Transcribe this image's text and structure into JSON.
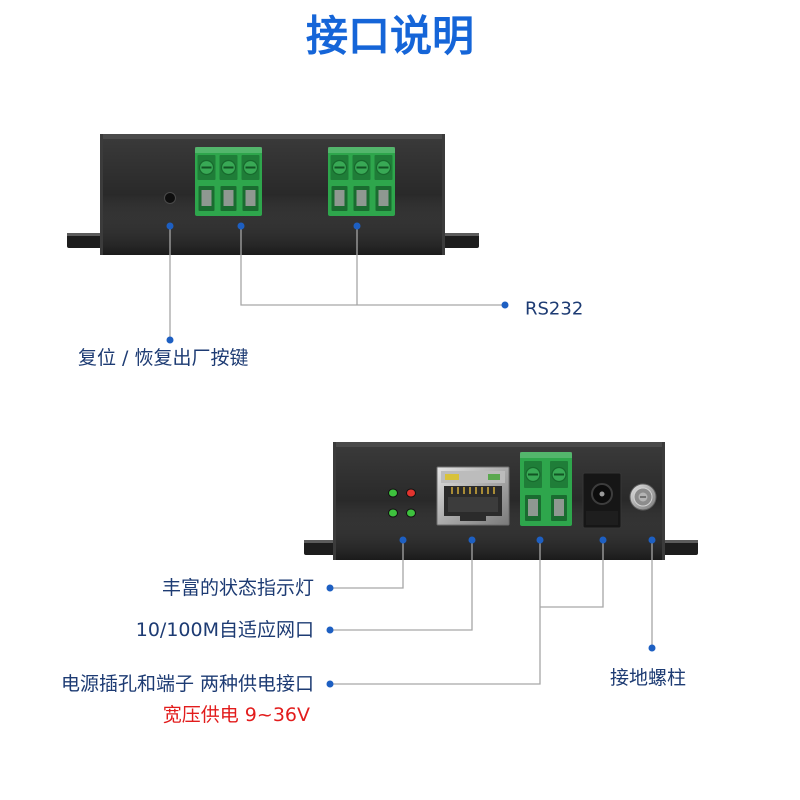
{
  "title": "接口说明",
  "top_view": {
    "rs232_label": "RS232",
    "reset_label": "复位 / 恢复出厂按键"
  },
  "bottom_view": {
    "led_label": "丰富的状态指示灯",
    "ethernet_label": "10/100M自适应网口",
    "power_label": "电源插孔和端子 两种供电接口",
    "voltage_label": "宽压供电 9~36V",
    "ground_label": "接地螺柱",
    "led_colors": [
      "#3ec23e",
      "#e3342f",
      "#3ec23e",
      "#3ec23e"
    ]
  },
  "colors": {
    "title": "#1565d8",
    "label_text": "#1d3b73",
    "callout_dot": "#1d5fc2",
    "leader_line": "#a6a6a6",
    "voltage_text": "#e21c1c",
    "terminal_green": "#2ea64c",
    "device_body": "#252525",
    "background": "#ffffff"
  }
}
